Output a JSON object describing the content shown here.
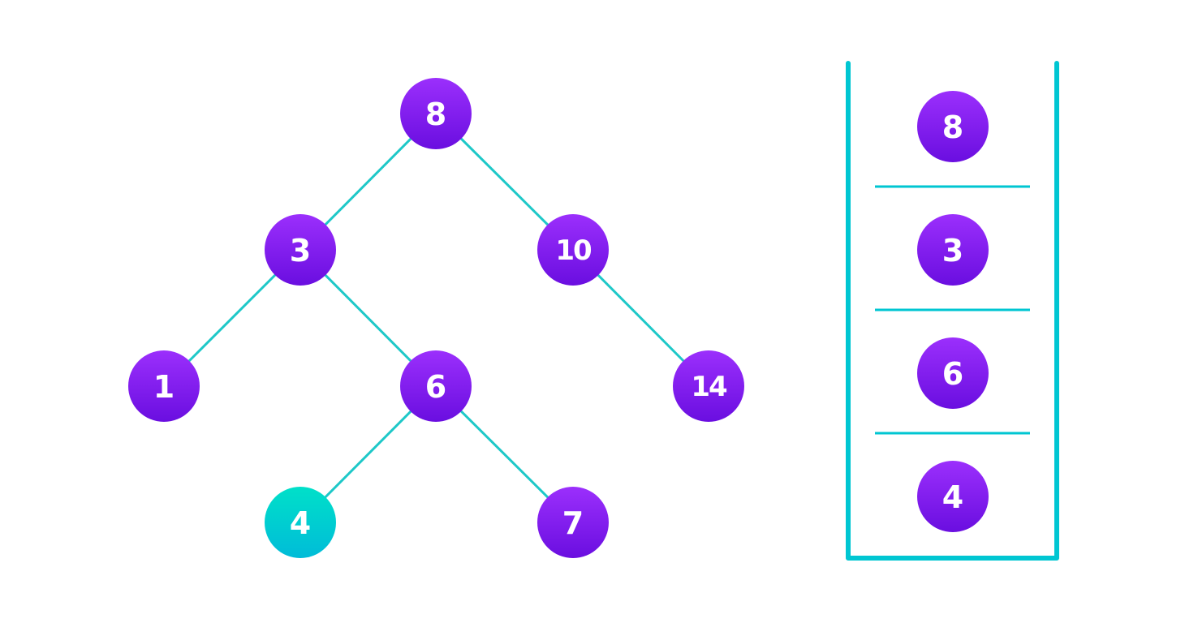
{
  "colors": {
    "node_top": "#9b2ffc",
    "node_bottom": "#6a0ee0",
    "highlight_top": "#00e0c9",
    "highlight_bottom": "#00bcd8",
    "edge": "#1ec8c8",
    "stack_border": "#00c6d2",
    "node_text": "#ffffff"
  },
  "tree": {
    "nodes": [
      {
        "id": "n8",
        "label": "8"
      },
      {
        "id": "n3",
        "label": "3"
      },
      {
        "id": "n10",
        "label": "10"
      },
      {
        "id": "n1",
        "label": "1"
      },
      {
        "id": "n6",
        "label": "6"
      },
      {
        "id": "n14",
        "label": "14"
      },
      {
        "id": "n4",
        "label": "4",
        "highlighted": true
      },
      {
        "id": "n7",
        "label": "7"
      }
    ],
    "edges": [
      [
        "n8",
        "n3"
      ],
      [
        "n8",
        "n10"
      ],
      [
        "n3",
        "n1"
      ],
      [
        "n3",
        "n6"
      ],
      [
        "n10",
        "n14"
      ],
      [
        "n6",
        "n4"
      ],
      [
        "n6",
        "n7"
      ]
    ]
  },
  "stack": {
    "items": [
      "8",
      "3",
      "6",
      "4"
    ]
  }
}
